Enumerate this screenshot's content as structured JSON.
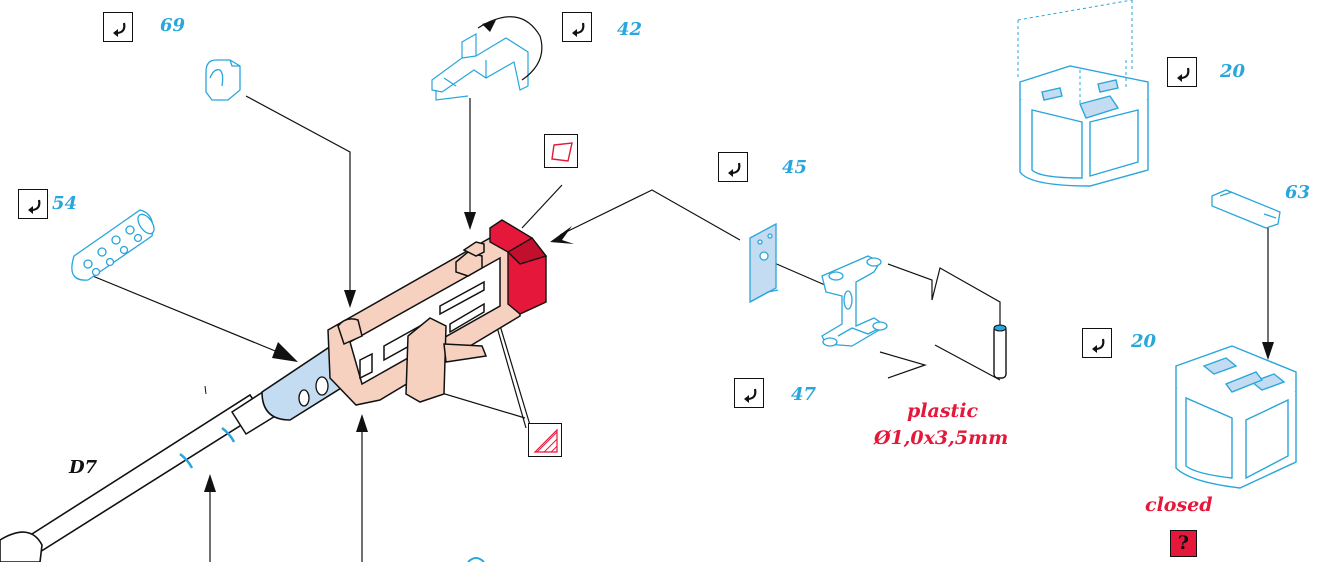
{
  "colors": {
    "part": "#29a6dc",
    "part_fill": "#dff1fb",
    "red": "#e5173a",
    "pink": "#f7d1bf",
    "barrel_blue": "#c3dcf2",
    "ink": "#111111"
  },
  "icons": {
    "glue": "glue-arrow-icon",
    "paint": "paint-swatch-icon",
    "hatch": "hatched-paint-icon"
  },
  "labels": {
    "p69": "69",
    "p42": "42",
    "p54": "54",
    "p45": "45",
    "p47": "47",
    "p20a": "20",
    "p63": "63",
    "p20b": "20",
    "d7": "D7",
    "plastic": "plastic",
    "dim": "Ø1,0x3,5mm",
    "closed": "closed",
    "help": "?"
  }
}
